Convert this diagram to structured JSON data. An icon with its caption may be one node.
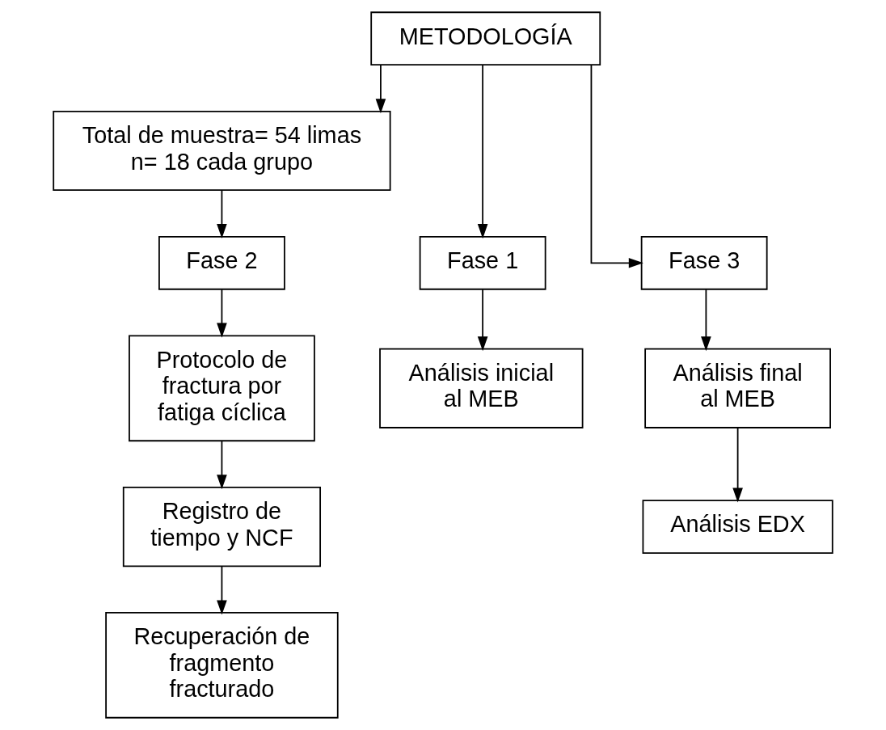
{
  "diagram": {
    "nodes": [
      {
        "text": [
          "METODOLOGÍA"
        ]
      },
      {
        "text": [
          "Total de muestra= 54 limas",
          "n= 18 cada grupo"
        ]
      },
      {
        "text": [
          "Fase 1"
        ]
      },
      {
        "text": [
          "Fase 2"
        ]
      },
      {
        "text": [
          "Fase 3"
        ]
      },
      {
        "text": [
          "Análisis inicial al MEB"
        ]
      },
      {
        "text": [
          "Protocolo de fractura por fatiga cíclica"
        ]
      },
      {
        "text": [
          "Análisis final al MEB"
        ]
      },
      {
        "text": [
          "Registro de tiempo y NCF"
        ]
      },
      {
        "text": [
          "Análisis EDX"
        ]
      },
      {
        "text": [
          "Recuperación de fragmento fracturado"
        ]
      }
    ],
    "edges": [
      {
        "from": 0,
        "to": 2,
        "arrow": "to"
      },
      {
        "from": 0,
        "to": 1,
        "arrow": "to"
      },
      {
        "from": 0,
        "to": 4,
        "arrow": "to"
      },
      {
        "from": 1,
        "to": 3,
        "arrow": "to"
      },
      {
        "from": 2,
        "to": 5,
        "arrow": "to"
      },
      {
        "from": 3,
        "to": 6,
        "arrow": "to"
      },
      {
        "from": 4,
        "to": 7,
        "arrow": "to"
      },
      {
        "from": 6,
        "to": 8,
        "arrow": "to"
      },
      {
        "from": 7,
        "to": 9,
        "arrow": "to"
      },
      {
        "from": 8,
        "to": 10,
        "arrow": "to"
      }
    ]
  }
}
